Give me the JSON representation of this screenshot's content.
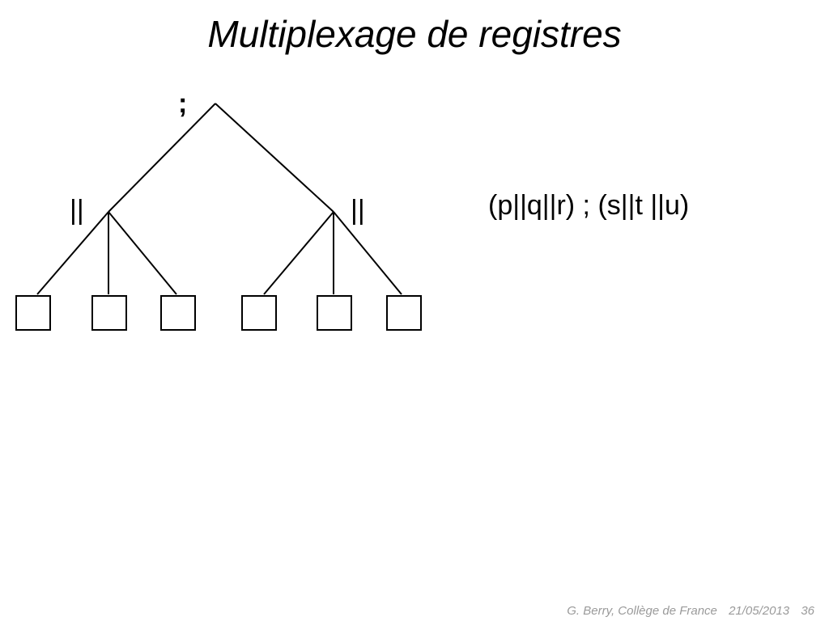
{
  "slide": {
    "title": "Multiplexage de registres"
  },
  "diagram": {
    "root_operator": ";",
    "left_operator": "||",
    "right_operator": "||",
    "expression": "(p||q||r) ; (s||t ||u)"
  },
  "footer": {
    "author": "G. Berry, Collège de France",
    "date": "21/05/2013",
    "page": "36"
  }
}
